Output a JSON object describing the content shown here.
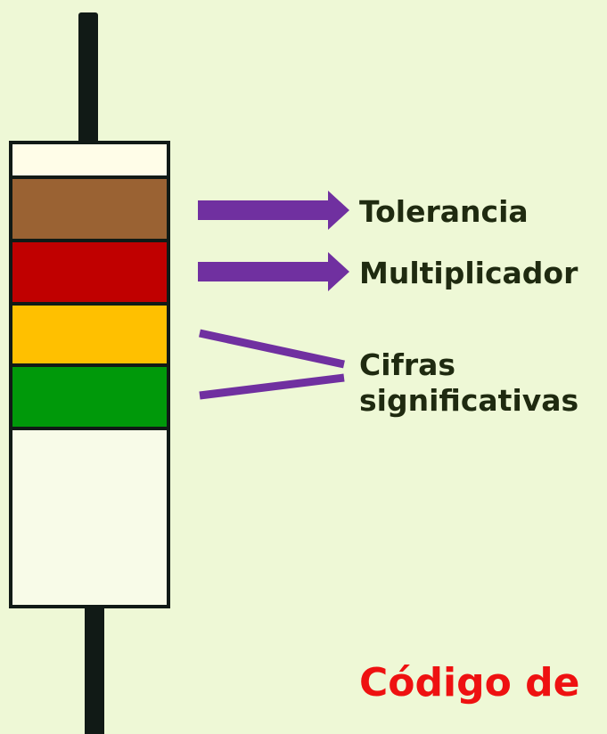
{
  "labels": {
    "tolerance": "Tolerancia",
    "multiplier": "Multiplicador",
    "significant_line1": "Cifras",
    "significant_line2": "significativas"
  },
  "caption": "Código de",
  "bands": [
    {
      "name": "band-cream",
      "color": "#fffde8"
    },
    {
      "name": "band-brown",
      "color": "#9a6233"
    },
    {
      "name": "band-red",
      "color": "#c00000"
    },
    {
      "name": "band-yellow",
      "color": "#ffc000"
    },
    {
      "name": "band-green",
      "color": "#00990a"
    }
  ],
  "colors": {
    "background": "#eef8d6",
    "body": "#f8fbe8",
    "outline": "#111a16",
    "arrow": "#7030a0",
    "label_text": "#1f2a10",
    "caption_text": "#ee1111"
  }
}
